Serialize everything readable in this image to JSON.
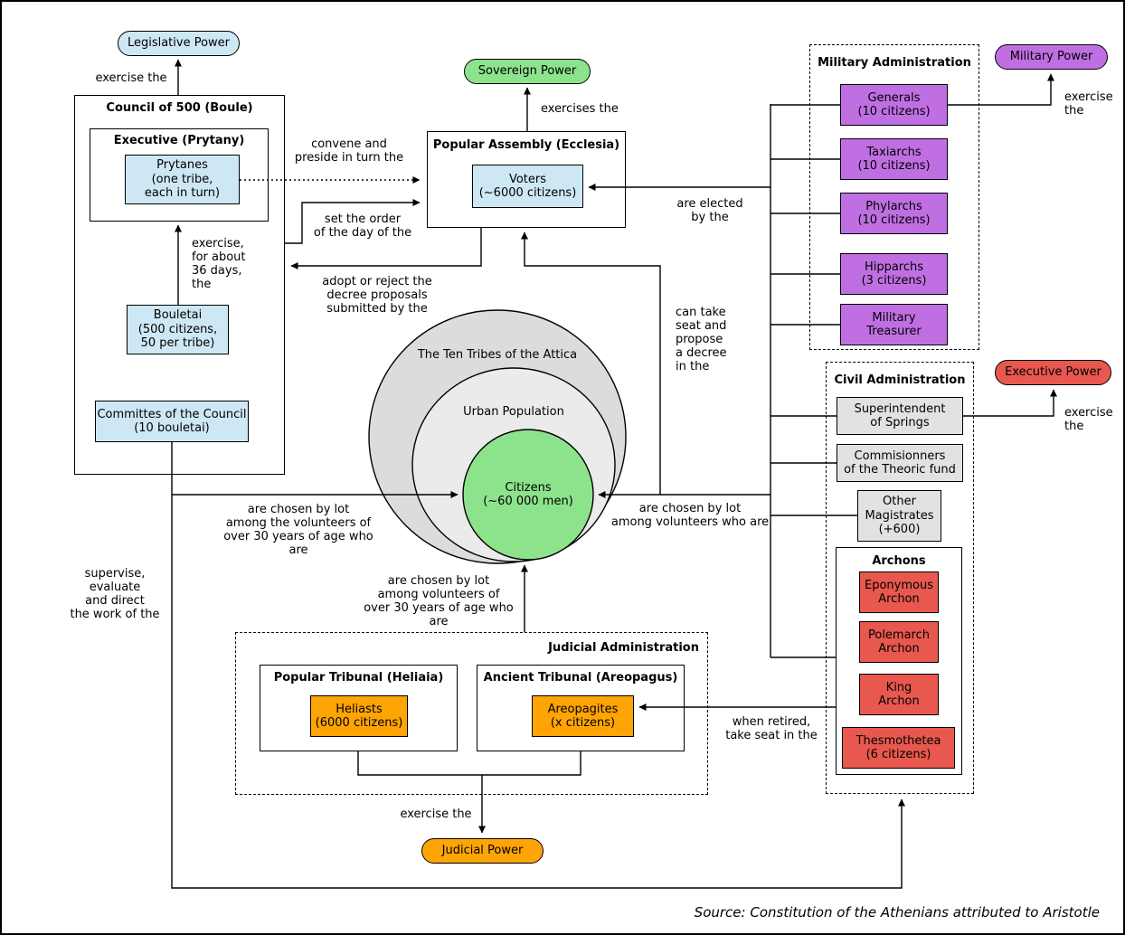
{
  "pills": {
    "legislative": "Legislative Power",
    "sovereign": "Sovereign Power",
    "military": "Military Power",
    "executive": "Executive Power",
    "judicial": "Judicial Power"
  },
  "council": {
    "title": "Council of 500 (Boule)",
    "executive_title": "Executive (Prytany)",
    "prytanes": "Prytanes\n(one tribe,\neach in turn)",
    "bouletai": "Bouletai\n(500 citizens,\n50 per tribe)",
    "committees": "Committes of the Council\n(10 bouletai)"
  },
  "assembly": {
    "title": "Popular Assembly (Ecclesia)",
    "voters": "Voters\n(~6000 citizens)"
  },
  "population": {
    "tribes": "The Ten Tribes of the Attica",
    "urban": "Urban Population",
    "citizens": "Citizens\n(~60 000 men)"
  },
  "military": {
    "title": "Military Administration",
    "boxes": [
      "Generals\n(10 citizens)",
      "Taxiarchs\n(10 citizens)",
      "Phylarchs\n(10 citizens)",
      "Hipparchs\n(3 citizens)",
      "Military\nTreasurer"
    ]
  },
  "civil": {
    "title": "Civil Administration",
    "superintendent": "Superintendent\nof Springs",
    "commissioners": "Commisionners\nof the Theoric fund",
    "other_magistrates": "Other\nMagistrates\n(+600)",
    "archons_title": "Archons",
    "archons": [
      "Eponymous\nArchon",
      "Polemarch\nArchon",
      "King\nArchon"
    ],
    "thesmothetea": "Thesmothetea\n(6 citizens)"
  },
  "judicial": {
    "title": "Judicial Administration",
    "heliaia_title": "Popular Tribunal (Heliaia)",
    "heliasts": "Heliasts\n(6000 citizens)",
    "areopagus_title": "Ancient Tribunal (Areopagus)",
    "areopagites": "Areopagites\n(x citizens)"
  },
  "labels": {
    "exercise_the_top": "exercise the",
    "exercises_the": "exercises the",
    "convene": "convene and\npreside in turn the",
    "set_order": "set the order\nof the day of the",
    "exercise_36": "exercise,\nfor about\n36 days,\nthe",
    "adopt": "adopt or reject the\ndecree proposals\nsubmitted by the",
    "take_seat": "can take\nseat and\npropose\na decree\nin the",
    "elected": "are elected\nby the",
    "exercise_military": "exercise\nthe",
    "exercise_executive": "exercise\nthe",
    "chosen_left": "are chosen by lot\namong the volunteers of\nover 30 years of age who are",
    "chosen_right": "are chosen by lot\namong volunteers who are",
    "chosen_judicial": "are chosen by lot\namong volunteers of\nover 30 years of age who are",
    "supervise": "supervise,\nevaluate\nand direct\nthe work of the",
    "retired": "when retired,\ntake seat in the",
    "exercise_judicial": "exercise the"
  },
  "source": "Source: Constitution of the Athenians attributed to Aristotle",
  "colors": {
    "legislative_blue": "#cde8f4",
    "sovereign_green": "#8ce38c",
    "military_purple": "#c06fe3",
    "executive_red": "#e8584e",
    "judicial_orange": "#ffa405",
    "civil_gray": "#e2e2e2",
    "tribes_gray": "#dcdcdc",
    "urban_gray": "#ebebeb"
  }
}
